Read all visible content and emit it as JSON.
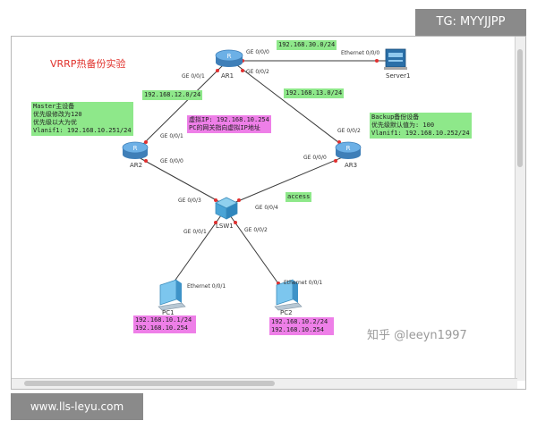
{
  "watermarks": {
    "top_right": "TG: MYYJJPP",
    "bottom_left": "www.lls-leyu.com",
    "site": "知乎 @leeyn1997"
  },
  "diagram": {
    "title": "VRRP热备份实验",
    "devices": {
      "ar1": "AR1",
      "ar2": "AR2",
      "ar3": "AR3",
      "lsw1": "LSW1",
      "server1": "Server1",
      "pc1": "PC1",
      "pc2": "PC2"
    },
    "ports": {
      "ar1_g000": "GE 0/0/0",
      "ar1_g001": "GE 0/0/1",
      "ar1_g002": "GE 0/0/2",
      "server_eth": "Ethernet 0/0/0",
      "ar2_g001": "GE 0/0/1",
      "ar2_g000": "GE 0/0/0",
      "ar3_g002": "GE 0/0/2",
      "ar3_g000": "GE 0/0/0",
      "lsw_g003": "GE 0/0/3",
      "lsw_g004": "GE 0/0/4",
      "lsw_g001": "GE 0/0/1",
      "lsw_g002": "GE 0/0/2",
      "pc1_eth": "Ethernet 0/0/1",
      "pc2_eth": "Ethernet 0/0/1"
    },
    "networks": {
      "net30": "192.168.30.0/24",
      "net12": "192.168.12.0/24",
      "net13": "192.168.13.0/24",
      "access": "access"
    },
    "master": {
      "line1": "Master主设备",
      "line2": "优先级修改为120",
      "line3": "优先级以大为优",
      "line4": "Vlanif1: 192.168.10.251/24"
    },
    "backup": {
      "line1": "Backup备份设备",
      "line2": "优先级默认值为: 100",
      "line3": "Vlanif1: 192.168.10.252/24"
    },
    "vip": {
      "line1": "虚拟IP: 192.168.10.254",
      "line2": "PC的网关指向虚拟IP地址"
    },
    "pc1_info": {
      "ip": "192.168.10.1/24",
      "gw": "192.168.10.254"
    },
    "pc2_info": {
      "ip": "192.168.10.2/24",
      "gw": "192.168.10.254"
    },
    "colors": {
      "link": "#3a3a3a",
      "port_dot": "#e03030",
      "router": "#5aa0d8",
      "switch": "#5ab8e0",
      "title": "#e0302a"
    }
  }
}
